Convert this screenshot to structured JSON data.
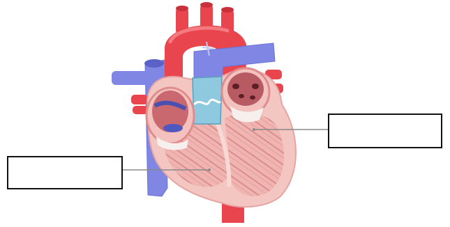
{
  "diagram": {
    "subject": "heart-cross-section",
    "labels": [
      {
        "id": "left-label",
        "text": ""
      },
      {
        "id": "right-label",
        "text": ""
      }
    ]
  },
  "colors": {
    "artery_red": "#e8454f",
    "vein_blue": "#7a84e6",
    "muscle_pink": "#f2b8b4",
    "muscle_dark": "#d98888",
    "valve_white": "#f3eded",
    "leader_line": "#888888",
    "box_border": "#111111"
  }
}
